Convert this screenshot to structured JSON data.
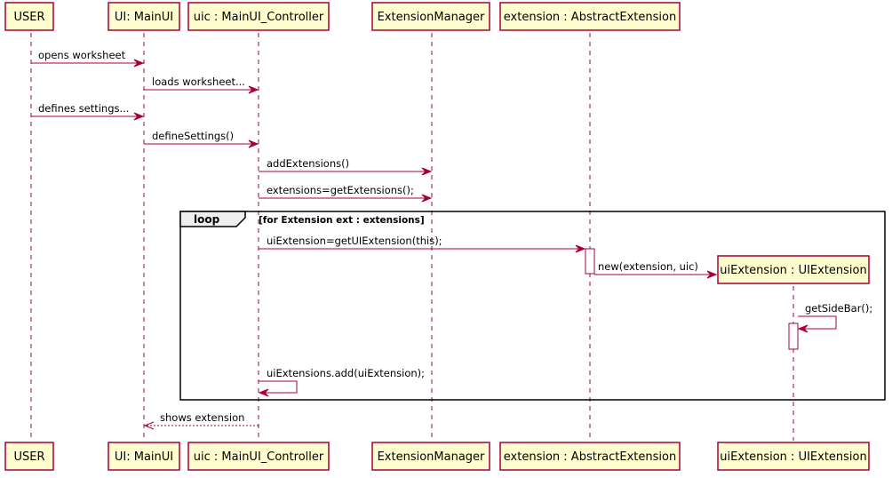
{
  "diagram": {
    "participants": [
      {
        "id": "user",
        "label": "USER"
      },
      {
        "id": "mainui",
        "label": "UI: MainUI"
      },
      {
        "id": "uic",
        "label": "uic : MainUI_Controller"
      },
      {
        "id": "extmgr",
        "label": "ExtensionManager"
      },
      {
        "id": "ext",
        "label": "extension : AbstractExtension"
      },
      {
        "id": "uiext",
        "label": "uiExtension : UIExtension"
      }
    ],
    "messages": [
      {
        "label": "opens worksheet",
        "from": "user",
        "to": "mainui"
      },
      {
        "label": "loads worksheet...",
        "from": "mainui",
        "to": "uic"
      },
      {
        "label": "defines settings...",
        "from": "user",
        "to": "mainui"
      },
      {
        "label": "defineSettings()",
        "from": "mainui",
        "to": "uic"
      },
      {
        "label": "addExtensions()",
        "from": "uic",
        "to": "extmgr"
      },
      {
        "label": "extensions=getExtensions();",
        "from": "uic",
        "to": "extmgr"
      },
      {
        "label": "uiExtension=getUIExtension(this);",
        "from": "uic",
        "to": "ext"
      },
      {
        "label": "new(extension, uic)",
        "from": "ext",
        "to": "uiext",
        "kind": "create"
      },
      {
        "label": "getSideBar();",
        "from": "uiext",
        "to": "uiext",
        "kind": "self"
      },
      {
        "label": "uiExtensions.add(uiExtension);",
        "from": "uic",
        "to": "uic",
        "kind": "self"
      },
      {
        "label": "shows extension",
        "from": "uic",
        "to": "mainui",
        "kind": "return"
      }
    ],
    "loop": {
      "keyword": "loop",
      "guard": "[for Extension ext : extensions]"
    }
  }
}
